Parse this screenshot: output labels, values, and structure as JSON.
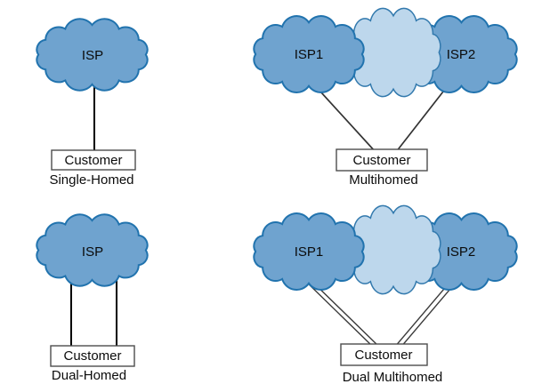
{
  "figure": {
    "type": "network-topology-diagram"
  },
  "colors": {
    "background": "#ffffff",
    "cloud_fill": "#6FA3CF",
    "cloud_stroke": "#2173AE",
    "cloud_light_fill": "#BDD7EC",
    "cloud_light_stroke": "#3279AD",
    "vertical_link": "#000000",
    "diagonal_link": "#333333",
    "box_fill": "#ffffff",
    "box_stroke": "#4d4d4d",
    "text": "#0b0b0b"
  },
  "panels": [
    {
      "id": "single-homed",
      "caption": "Single-Homed",
      "isps": [
        "ISP"
      ],
      "customer": "Customer",
      "connections_per_isp": 1
    },
    {
      "id": "multihomed",
      "caption": "Multihomed",
      "isps": [
        "ISP1",
        "ISP2"
      ],
      "customer": "Customer",
      "connections_per_isp": 1
    },
    {
      "id": "dual-homed",
      "caption": "Dual-Homed",
      "isps": [
        "ISP"
      ],
      "customer": "Customer",
      "connections_per_isp": 2
    },
    {
      "id": "dual-multihomed",
      "caption": "Dual Multihomed",
      "isps": [
        "ISP1",
        "ISP2"
      ],
      "customer": "Customer",
      "connections_per_isp": 2
    }
  ]
}
